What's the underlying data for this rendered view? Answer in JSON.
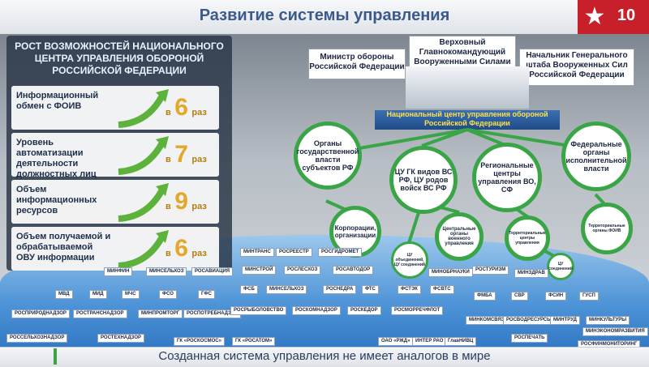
{
  "header": {
    "title": "Развитие системы управления",
    "slide_number": "10"
  },
  "left_panel": {
    "title": "РОСТ ВОЗМОЖНОСТЕЙ НАЦИОНАЛЬНОГО ЦЕНТРА УПРАВЛЕНИЯ ОБОРОНОЙ РОССИЙСКОЙ ФЕДЕРАЦИИ",
    "stats": [
      {
        "label": "Информационный обмен с ФОИВ",
        "pre": "в",
        "value": "6",
        "post": "раз"
      },
      {
        "label": "Уровень автоматизации деятельности должностных лиц",
        "pre": "в",
        "value": "7",
        "post": "раз"
      },
      {
        "label": "Объем информационных ресурсов",
        "pre": "в",
        "value": "9",
        "post": "раз"
      },
      {
        "label": "Объем получаемой и обрабатываемой ОВУ информации",
        "pre": "в",
        "value": "6",
        "post": "раз"
      }
    ]
  },
  "top_boxes": {
    "minister": "Министр обороны Российской Федерации",
    "supreme": "Верховный Главнокомандующий Вооруженными Силами Российской Федерации",
    "chief": "Начальник Генерального штаба Вооруженных Сил Российской Федерации"
  },
  "center_bar": "Национальный центр управления обороной Российской Федерации",
  "circles": {
    "regional_gov": "Органы государственной власти субъектов РФ",
    "cu_gk": "ЦУ ГК видов ВС РФ, ЦУ родов войск ВС РФ",
    "regional_centers": "Региональные центры управления ВО, СФ",
    "federal_exec": "Федеральные органы исполнительной власти",
    "corporations": "Корпорации, организации",
    "cu_associations": "ЦУ объединений, ЦУ соединений",
    "central_mil": "Центральные органы военного управления",
    "territorial": "Территориальные центры управления",
    "cu_units": "ЦУ соединений",
    "territorial_foiv": "Территориальные органы ФОИВ"
  },
  "chips": {
    "row1": [
      "МИНТРАНС",
      "РОСРЕЕСТР",
      "РОСГИДРОМЕТ",
      "МИНОБРНАУКИ",
      "РОСТУРИЗМ",
      "МИНЗДРАВ"
    ],
    "row2": [
      "МИНФИН",
      "МИНСЕЛЬХОЗ",
      "РОСАВИАЦИЯ",
      "МИНСТРОЙ",
      "РОСЛЕСХОЗ",
      "РОСАВТОДОР"
    ],
    "row3": [
      "МВД",
      "МИД",
      "МЧС",
      "ФСО",
      "ГФС",
      "ФСБ",
      "МИНСЕЛЬХОЗ",
      "РОСНЕДРА",
      "ФТС",
      "ФСТЭК",
      "ФСВТС",
      "ФМБА",
      "СВР",
      "ФСИН",
      "ГУСП"
    ],
    "row4": [
      "РОСПРИРОДНАДЗОР",
      "РОСТРАНСНАДЗОР",
      "МИНПРОМТОРГ",
      "РОСПОТРЕБНАДЗОР",
      "РОСРЫБОЛОВСТВО",
      "РОСКОМНАДЗОР",
      "РОСКЕДОР",
      "РОСМОРРЕЧФЛОТ"
    ],
    "row5": [
      "МИНКОМСВЯЗЬ",
      "РОСВОДРЕСУРСЫ",
      "МИНТРУД",
      "МИНКУЛЬТУРЫ"
    ],
    "row6": [
      "РОССЕЛЬХОЗНАДЗОР",
      "РОСТЕХНАДЗОР",
      "ГК «РОСКОСМОС»",
      "ГК «РОСАТОМ»",
      "ОАО «РЖД»",
      "ИНТЕР РАО",
      "ГлавНИВЦ",
      "РОСПЕЧАТЬ",
      "МИНЭКОНОМРАЗВИТИЯ",
      "РОСФИНМОНИТОРИНГ"
    ]
  },
  "footer": "Созданная система управления не имеет аналогов в мире",
  "colors": {
    "accent": "#3aa546",
    "brand": "#c8202a",
    "title": "#3a5a8c"
  }
}
